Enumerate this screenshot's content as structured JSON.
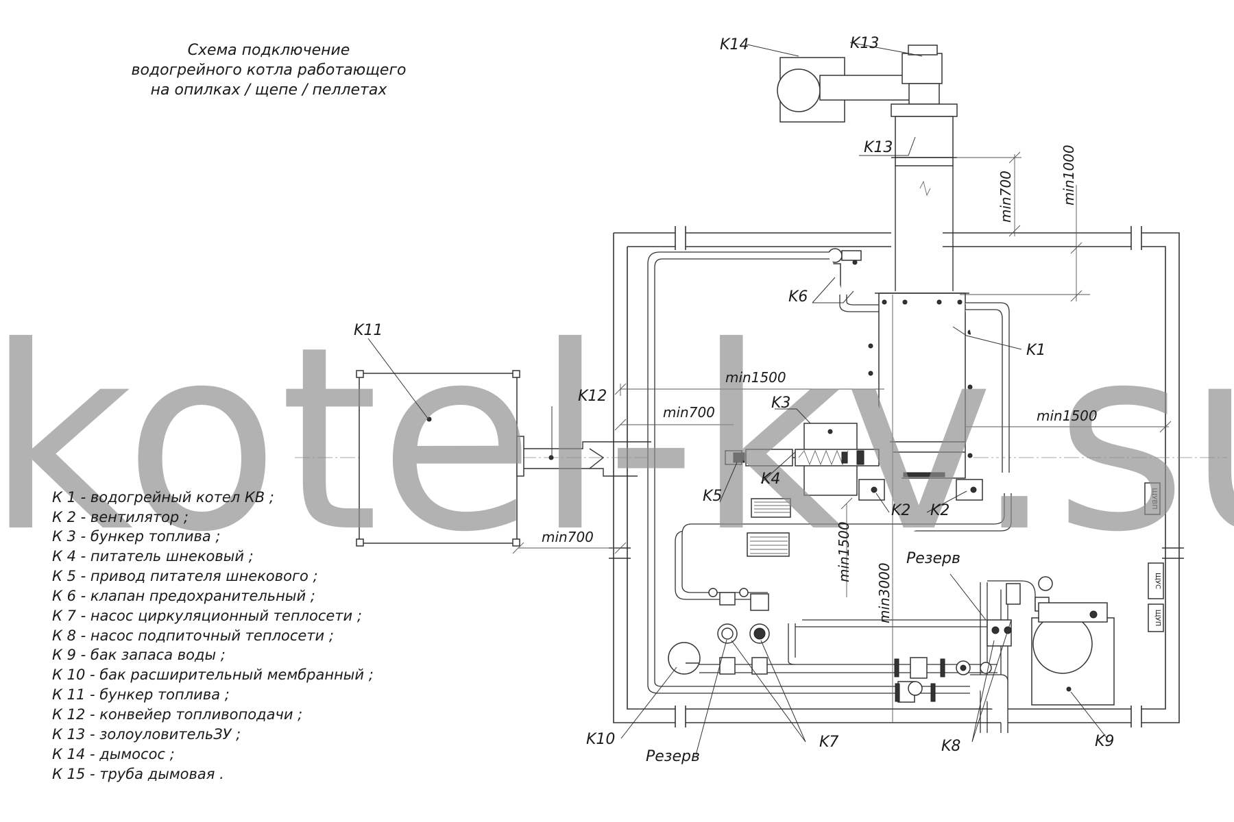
{
  "title": {
    "line1": "Схема подключение",
    "line2": "водогрейного котла работающего",
    "line3": "на опилках / щепе / пеллетах"
  },
  "watermark": "kotel-kv.su",
  "labels": {
    "k1": "K1",
    "k2a": "K2",
    "k2b": "K2",
    "k3": "K3",
    "k4": "K4",
    "k5": "K5",
    "k6": "K6",
    "k7": "K7",
    "k8": "K8",
    "k9": "K9",
    "k10": "K10",
    "k11": "K11",
    "k12": "K12",
    "k13a": "K13",
    "k13b": "K13",
    "k14": "K14",
    "reserve_top": "Резерв",
    "reserve_bottom": "Резерв"
  },
  "dimensions": {
    "min700_vertical": "min700",
    "min1000_vertical": "min1000",
    "min1500_top": "min1500",
    "min700_left": "min700",
    "min1500_right": "min1500",
    "min700_bottom": "min700",
    "min1500_vertical": "min1500",
    "min3000_vertical": "min3000"
  },
  "panels": {
    "shuvp": "ЩУВП",
    "shus": "ЩУС",
    "shup": "ЩУП"
  },
  "legend": [
    "К 1 -  водогрейный котел КВ ;",
    "К 2 -  вентилятор ;",
    "К 3 -  бункер топлива ;",
    "К 4 -  питатель шнековый ;",
    "К 5 -  привод питателя шнекового ;",
    "К 6 -  клапан предохранительный ;",
    "К 7 -  насос циркуляционный теплосети ;",
    "К 8 -  насос подпиточный теплосети ;",
    "К 9 -  бак запаса воды ;",
    "К 10 -  бак расширительный мембранный ;",
    "К 11 -  бункер топлива ;",
    "К 12 -  конвейер топливоподачи ;",
    "К 13 -  золоуловительЗУ ;",
    "К 14 -  дымосос ;",
    "К 15 -  труба дымовая ."
  ]
}
